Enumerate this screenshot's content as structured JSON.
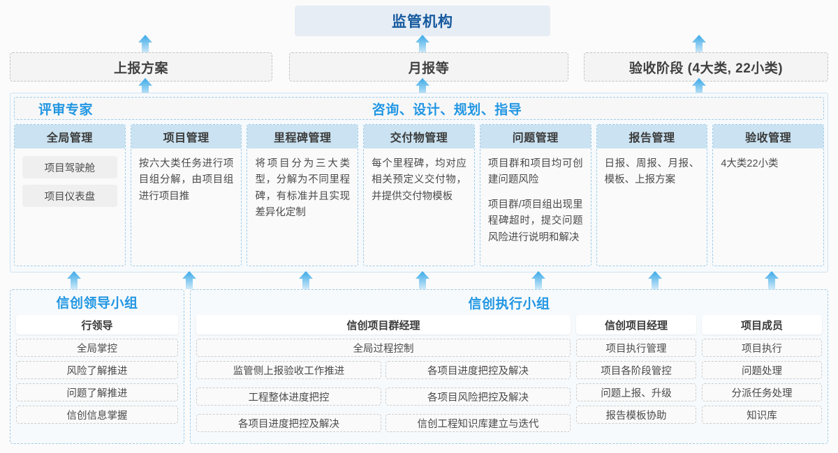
{
  "top": {
    "regulator": "监管机构"
  },
  "reports": [
    {
      "label": "上报方案"
    },
    {
      "label": "月报等"
    },
    {
      "label": "验收阶段 (4大类, 22小类)"
    }
  ],
  "middle": {
    "left_title": "评审专家",
    "center_title": "咨询、设计、规划、指导",
    "columns": [
      {
        "header": "全局管理",
        "pills": [
          "项目驾驶舱",
          "项目仪表盘"
        ],
        "paragraphs": []
      },
      {
        "header": "项目管理",
        "pills": [],
        "paragraphs": [
          "按六大类任务进行项目组分解，由项目组进行项目推"
        ]
      },
      {
        "header": "里程碑管理",
        "pills": [],
        "paragraphs": [
          "将项目分为三大类型，分解为不同里程碑，有标准并且实现差异化定制"
        ]
      },
      {
        "header": "交付物管理",
        "pills": [],
        "paragraphs": [
          "每个里程碑，均对应相关预定义交付物，并提供交付物模板"
        ]
      },
      {
        "header": "问题管理",
        "pills": [],
        "paragraphs": [
          "项目群和项目均可创建问题风险",
          "项目群/项目组出现里程碑超时，提交问题风险进行说明和解决"
        ]
      },
      {
        "header": "报告管理",
        "pills": [],
        "paragraphs": [
          "日报、周报、月报、模板、上报方案"
        ]
      },
      {
        "header": "验收管理",
        "pills": [],
        "paragraphs": [
          "4大类22小类"
        ]
      }
    ]
  },
  "bottom": {
    "leadership": {
      "title": "信创领导小组",
      "role": "行领导",
      "tasks": [
        "全局掌控",
        "风险了解推进",
        "问题了解推进",
        "信创信息掌握"
      ]
    },
    "execution": {
      "title": "信创执行小组",
      "program_manager": {
        "role": "信创项目群经理",
        "full_width_task": "全局过程控制",
        "tasks": [
          "监管侧上报验收工作推进",
          "各项目进度把控及解决",
          "工程整体进度把控",
          "各项目风险把控及解决",
          "各项目进度把控及解决",
          "信创工程知识库建立与迭代"
        ]
      },
      "project_manager": {
        "role": "信创项目经理",
        "tasks": [
          "项目执行管理",
          "项目各阶段管控",
          "问题上报、升级",
          "报告模板协助"
        ]
      },
      "member": {
        "role": "项目成员",
        "tasks": [
          "项目执行",
          "问题处理",
          "分派任务处理",
          "知识库"
        ]
      }
    }
  },
  "colors": {
    "accent_blue": "#2196e3",
    "dark_blue": "#15599e",
    "header_fill": "#cae2f1",
    "panel_fill": "#f7fafc",
    "arrow_blue": "#39a9e8"
  },
  "arrows": {
    "icon": "arrow-up-icon",
    "top_row_count": 3,
    "mid_row_count": 7
  }
}
